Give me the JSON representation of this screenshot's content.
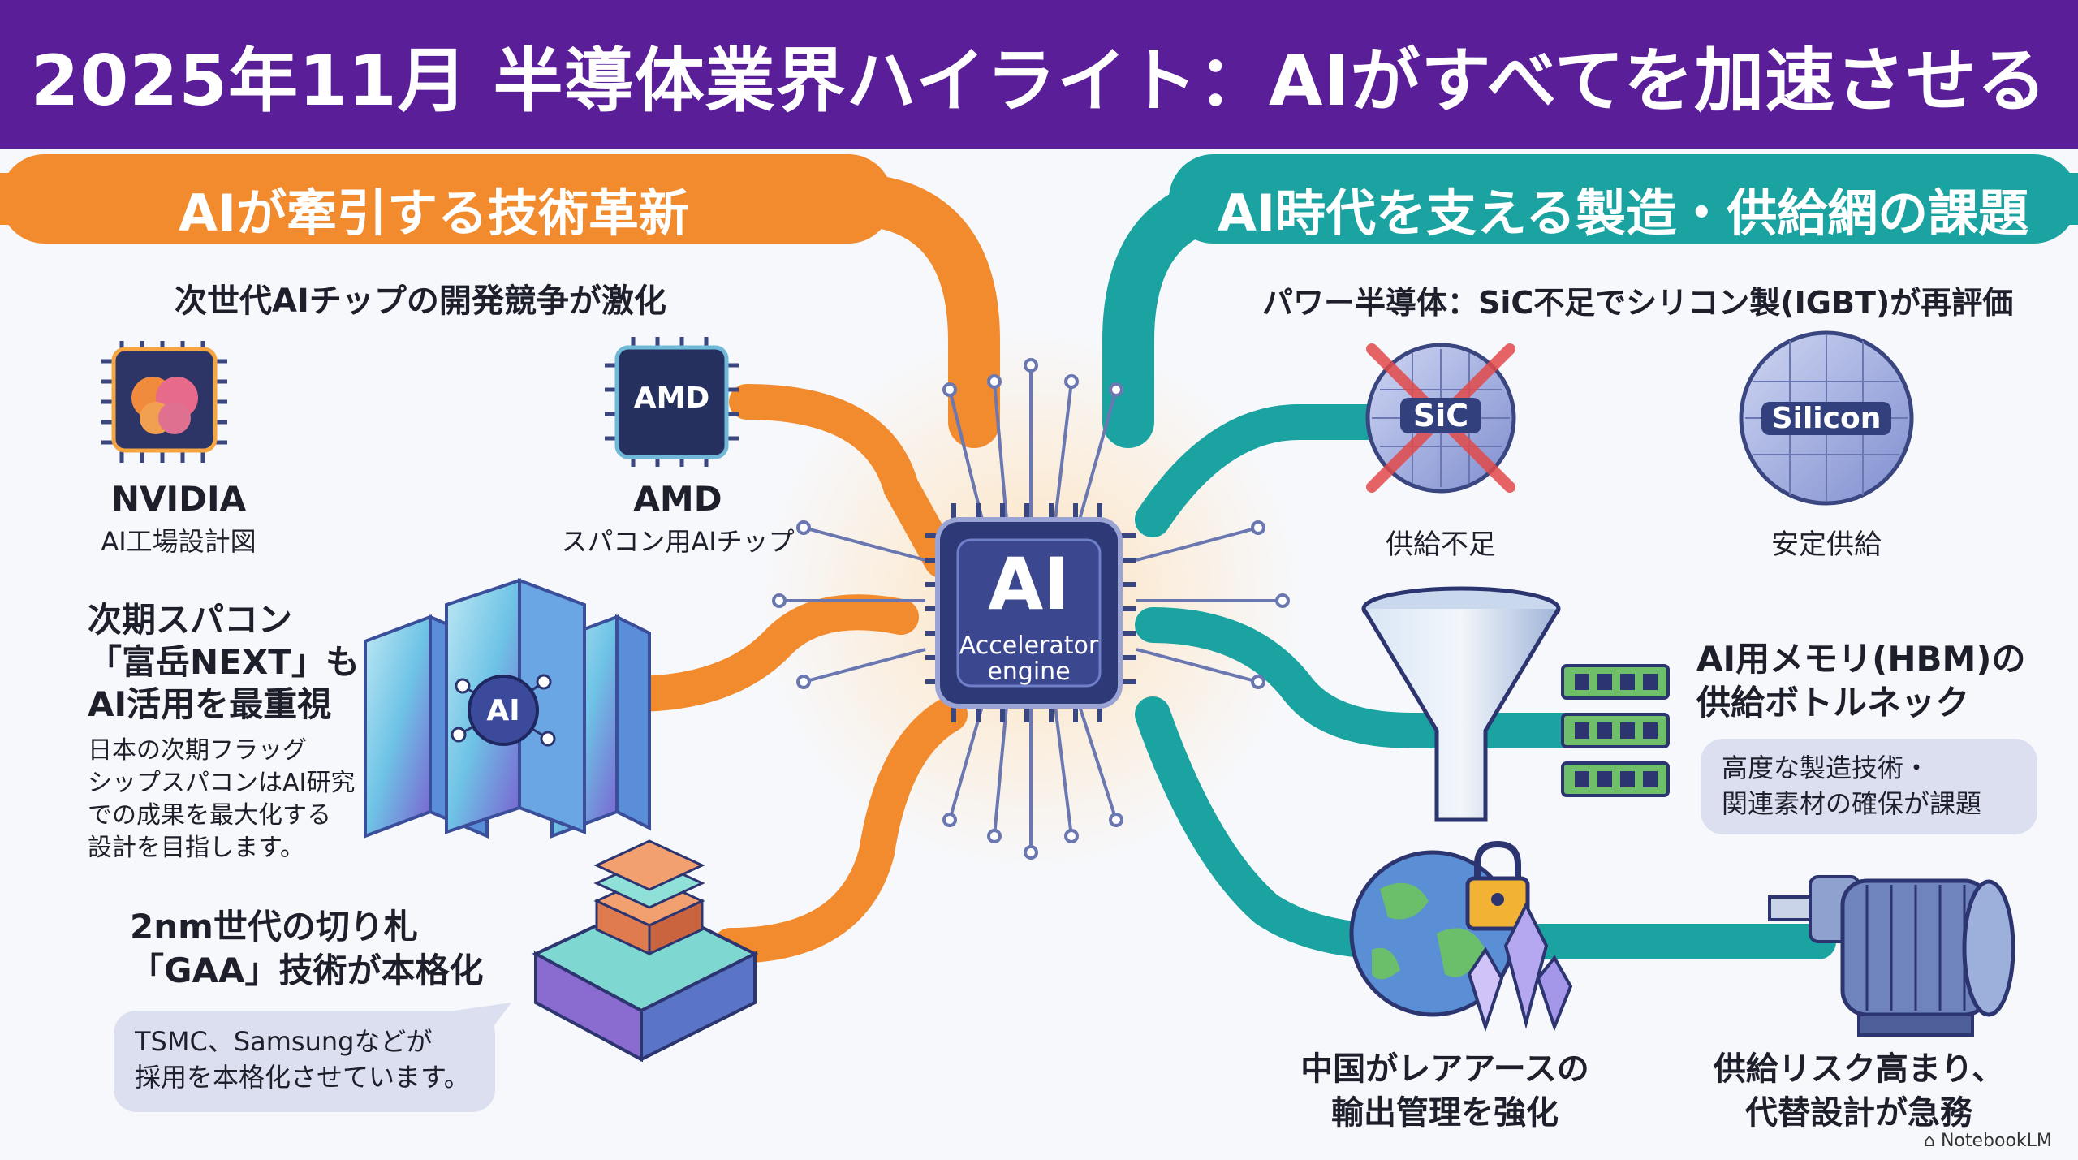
{
  "header": {
    "title": "2025年11月 半導体業界ハイライト：AIがすべてを加速させる"
  },
  "left_section": {
    "title": "AIが牽引する技術革新",
    "chip_race": {
      "heading": "次世代AIチップの開発競争が激化",
      "nvidia": {
        "name": "NVIDIA",
        "desc": "AI工場設計図"
      },
      "amd": {
        "chip_label": "AMD",
        "name": "AMD",
        "desc": "スパコン用AIチップ"
      }
    },
    "supercomputer": {
      "heading_lines": [
        "次期スパコン",
        "「富岳NEXT」も",
        "AI活用を最重視"
      ],
      "desc_lines": [
        "日本の次期フラッグ",
        "シップスパコンはAI研究",
        "での成果を最大化する",
        "設計を目指します。"
      ],
      "icon_label": "AI"
    },
    "gaa": {
      "heading_lines": [
        "2nm世代の切り札",
        "「GAA」技術が本格化"
      ],
      "bubble_lines": [
        "TSMC、Samsungなどが",
        "採用を本格化させています。"
      ]
    }
  },
  "center_chip": {
    "big": "AI",
    "line1": "Accelerator",
    "line2": "engine"
  },
  "right_section": {
    "title": "AI時代を支える製造・供給網の課題",
    "power": {
      "heading": "パワー半導体：SiC不足でシリコン製(IGBT)が再評価",
      "sic": {
        "label": "SiC",
        "caption": "供給不足"
      },
      "silicon": {
        "label": "Silicon",
        "caption": "安定供給"
      }
    },
    "hbm": {
      "heading_lines": [
        "AI用メモリ(HBM)の",
        "供給ボトルネック"
      ],
      "bubble_lines": [
        "高度な製造技術・",
        "関連素材の確保が課題"
      ]
    },
    "rare_earth": {
      "caption_lines": [
        "中国がレアアースの",
        "輸出管理を強化"
      ]
    },
    "motor": {
      "caption_lines": [
        "供給リスク高まり、",
        "代替設計が急務"
      ]
    }
  },
  "footer": {
    "brand": "NotebookLM"
  },
  "colors": {
    "header": "#5a1f98",
    "orange": "#f28a2e",
    "teal": "#1aa3a0",
    "chip": "#2e3a78"
  }
}
